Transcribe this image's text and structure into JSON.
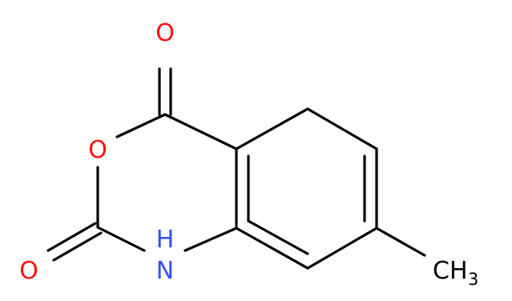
{
  "molecule": {
    "atoms": {
      "carbonyl_o_top": {
        "symbol": "O",
        "color": "#ff0d0d"
      },
      "ring_o": {
        "symbol": "O",
        "color": "#ff0d0d"
      },
      "carbonyl_o_left": {
        "symbol": "O",
        "color": "#ff0d0d"
      },
      "ring_n": {
        "symbol": "N",
        "color": "#3050f8"
      },
      "ring_n_h": {
        "symbol": "H",
        "color": "#3050f8"
      },
      "methyl": {
        "symbol": "CH",
        "subscript": "3",
        "color": "#000000"
      }
    },
    "bond_color": "#000000"
  }
}
